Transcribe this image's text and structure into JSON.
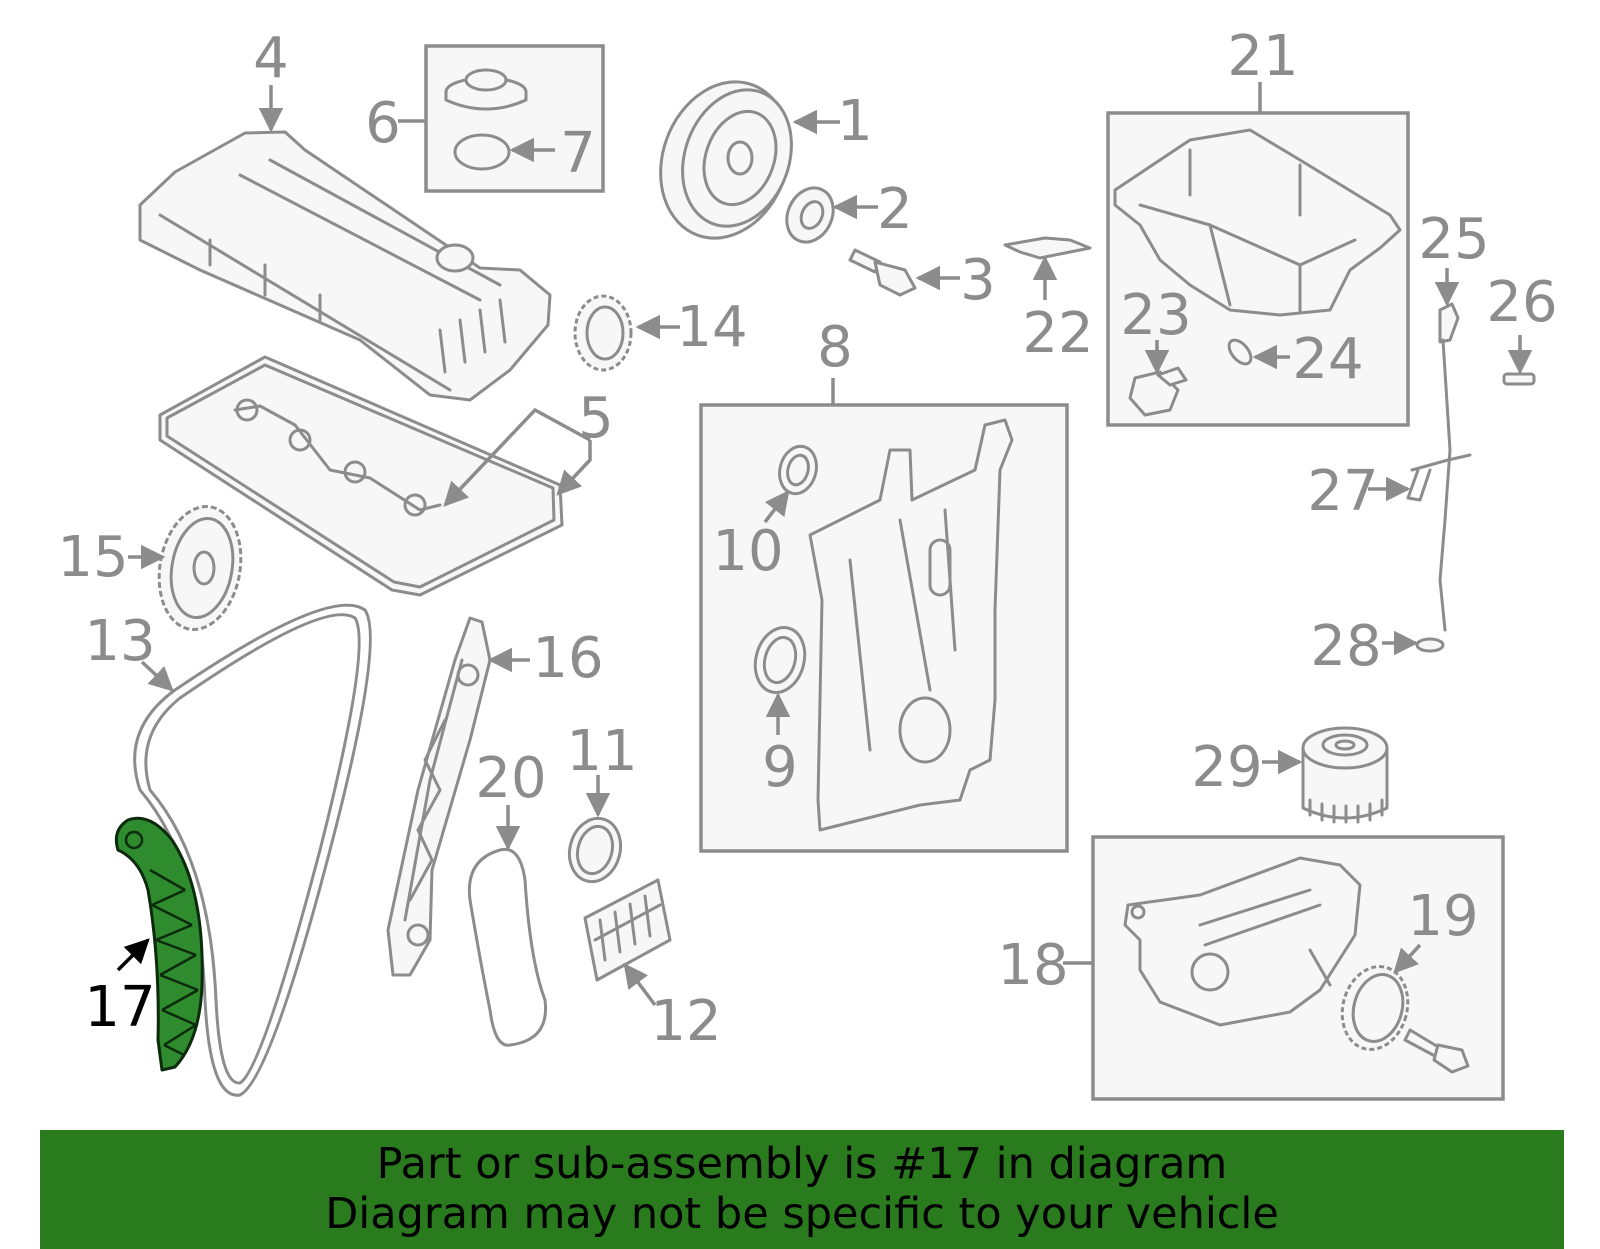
{
  "diagram": {
    "callouts": {
      "c1": "1",
      "c2": "2",
      "c3": "3",
      "c4": "4",
      "c5": "5",
      "c6": "6",
      "c7": "7",
      "c8": "8",
      "c9": "9",
      "c10": "10",
      "c11": "11",
      "c12": "12",
      "c13": "13",
      "c14": "14",
      "c15": "15",
      "c16": "16",
      "c17": "17",
      "c18": "18",
      "c19": "19",
      "c20": "20",
      "c21": "21",
      "c22": "22",
      "c23": "23",
      "c24": "24",
      "c25": "25",
      "c26": "26",
      "c27": "27",
      "c28": "28",
      "c29": "29"
    },
    "highlighted_part": "17",
    "colors": {
      "highlight": "#2e8b2e",
      "banner": "#2a7a1e",
      "line": "#8c8c8c"
    }
  },
  "banner": {
    "line1": "Part or sub-assembly is #17 in diagram",
    "line2": "Diagram may not be specific to your vehicle"
  }
}
